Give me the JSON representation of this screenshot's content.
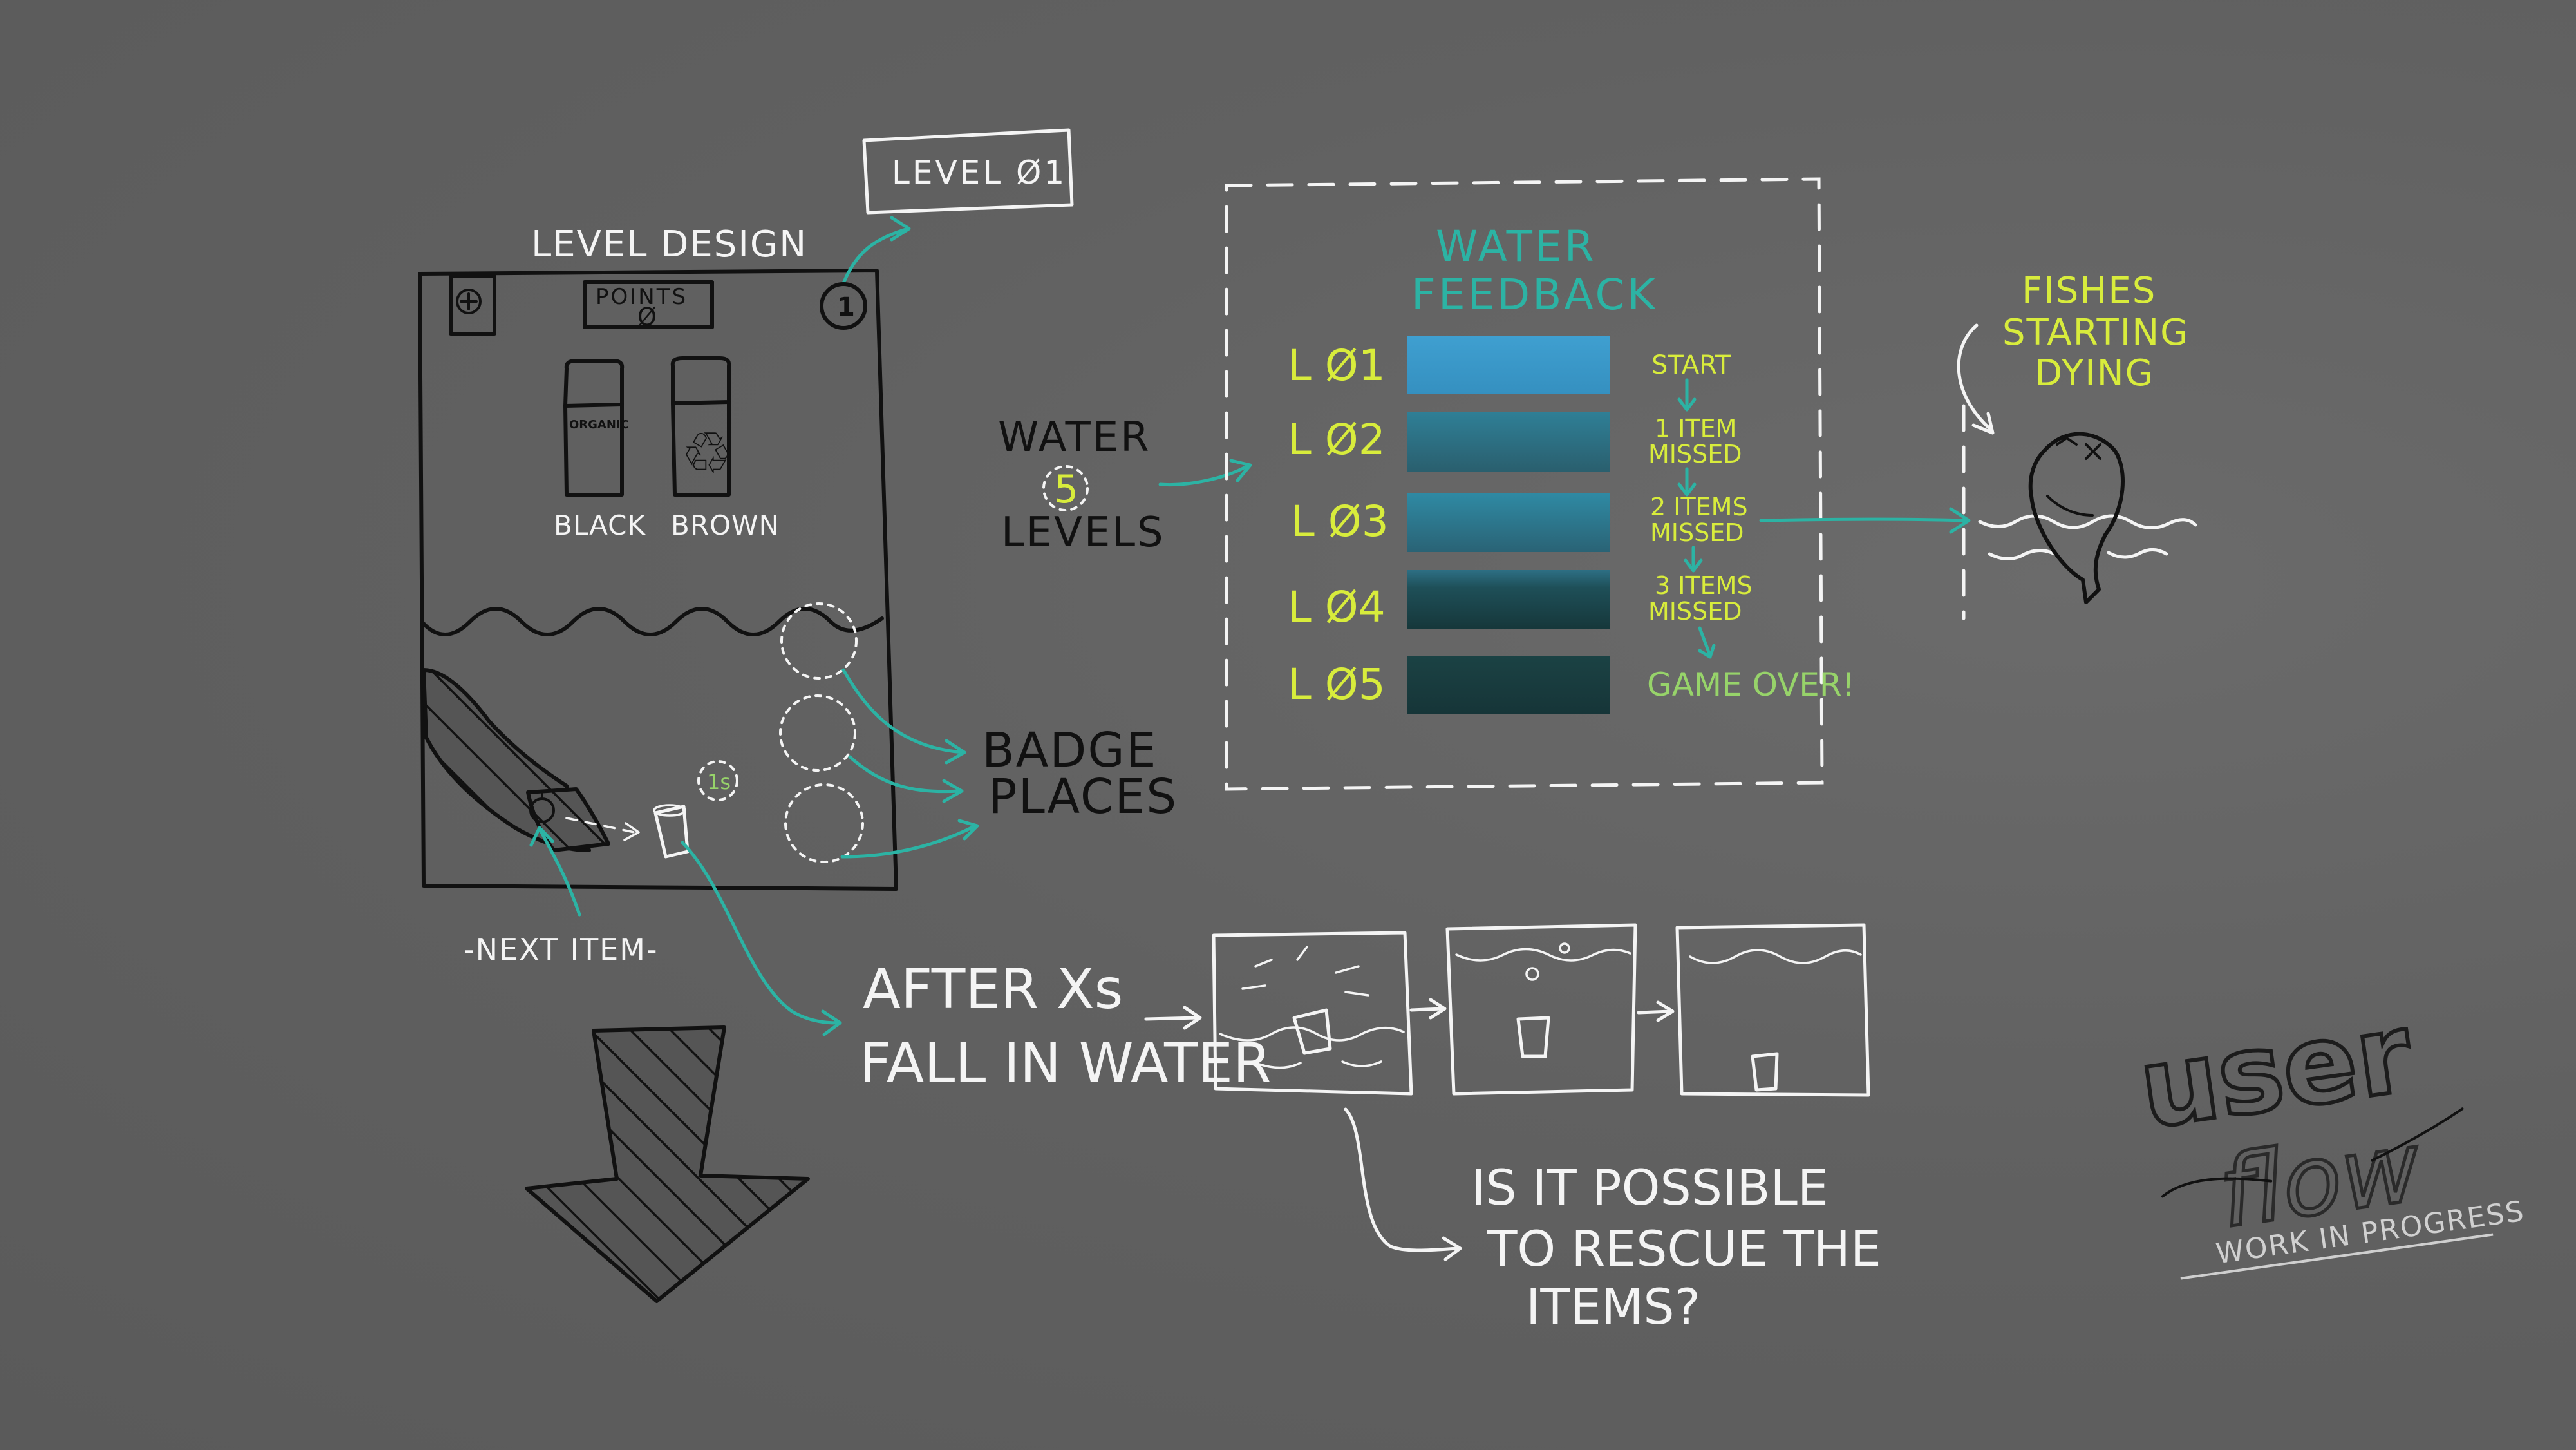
{
  "level_design": {
    "heading": "LEVEL DESIGN",
    "level_tag": "LEVEL Ø1",
    "points_label": "POINTS",
    "points_value": "Ø",
    "level_badge": "1",
    "bins": [
      {
        "label": "BLACK",
        "sticker": "ORGANIC"
      },
      {
        "label": "BROWN",
        "sticker": "♲"
      }
    ],
    "timer_label": "1s",
    "next_item_label": "-NEXT ITEM-",
    "badge_places_lines": [
      "BADGE",
      "PLACES"
    ]
  },
  "water_levels_note": {
    "lines": [
      "WATER",
      "LEVELS"
    ],
    "count": "5"
  },
  "water_feedback": {
    "title_lines": [
      "WATER",
      "FEEDBACK"
    ],
    "levels": [
      {
        "label": "L Ø1",
        "color": "#3a9ccc",
        "status": "START"
      },
      {
        "label": "L Ø2",
        "color": "#2d7186",
        "status_lines": [
          "1 ITEM",
          "MISSED"
        ]
      },
      {
        "label": "L Ø3",
        "color": "#2d7f98",
        "status_lines": [
          "2 ITEMS",
          "MISSED"
        ]
      },
      {
        "label": "L Ø4",
        "color": "#1f4a52",
        "status_lines": [
          "3 ITEMS",
          "MISSED"
        ]
      },
      {
        "label": "L Ø5",
        "color": "#183a3c",
        "status": "GAME OVER!"
      }
    ]
  },
  "fishes_note": {
    "lines": [
      "FISHES",
      "STARTING",
      "DYING"
    ]
  },
  "fall_note": {
    "lines": [
      "AFTER Xs",
      "FALL IN WATER"
    ]
  },
  "rescue_note": {
    "lines": [
      "IS IT POSSIBLE",
      "TO RESCUE THE",
      "ITEMS?"
    ]
  },
  "branding": {
    "word1": "user",
    "word2": "flow",
    "tagline": "WORK IN PROGRESS"
  },
  "colors": {
    "chalk": "#f4f4f4",
    "teal": "#2cb3a4",
    "yellow": "#d8ec3c",
    "green": "#97d36a",
    "background": "#616161"
  }
}
